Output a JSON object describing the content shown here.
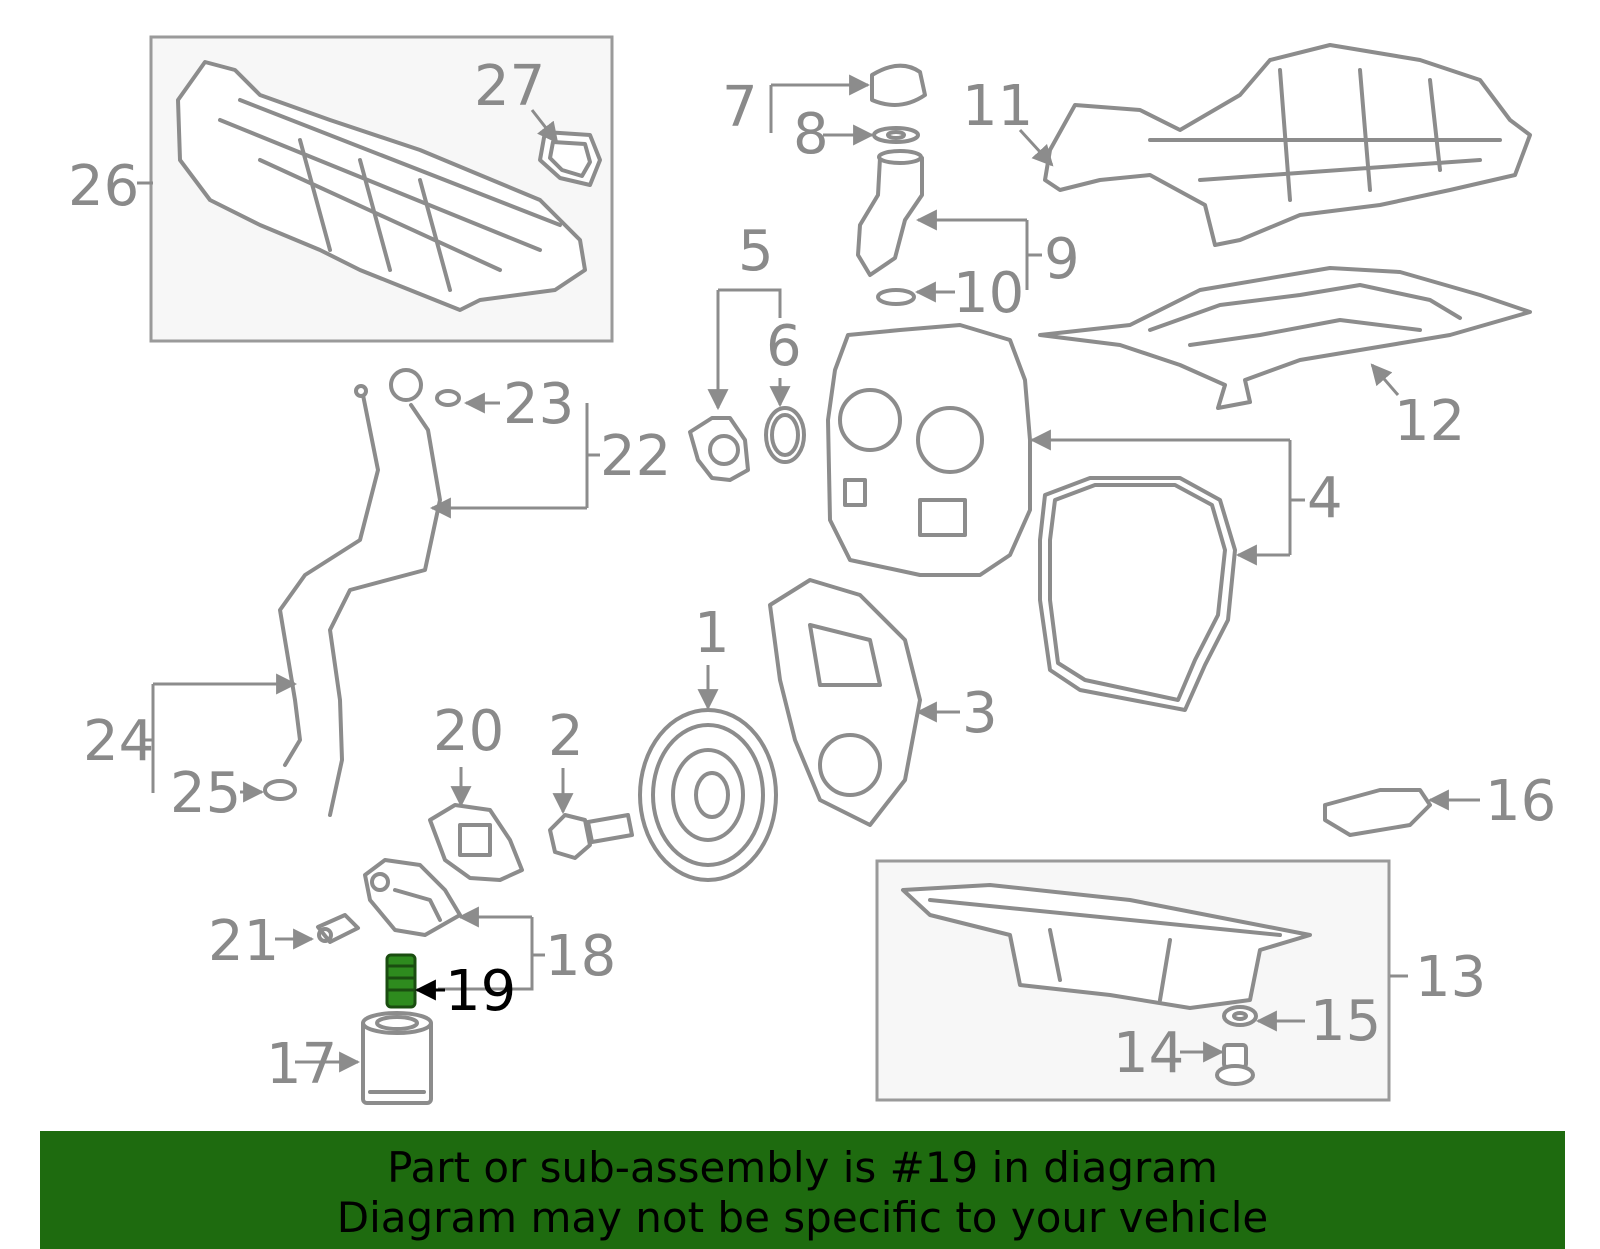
{
  "highlighted_part": "19",
  "colors": {
    "line": "#8c8c8c",
    "highlight": "#1e6b0f",
    "highlight_part": "#2e8b1e",
    "banner_bg": "#1e6b0f"
  },
  "callouts": [
    "1",
    "2",
    "3",
    "4",
    "5",
    "6",
    "7",
    "8",
    "9",
    "10",
    "11",
    "12",
    "13",
    "14",
    "15",
    "16",
    "17",
    "18",
    "19",
    "20",
    "21",
    "22",
    "23",
    "24",
    "25",
    "26",
    "27"
  ],
  "banner": {
    "line1": "Part or sub-assembly is #19 in diagram",
    "line2": "Diagram may not be specific to your vehicle"
  }
}
